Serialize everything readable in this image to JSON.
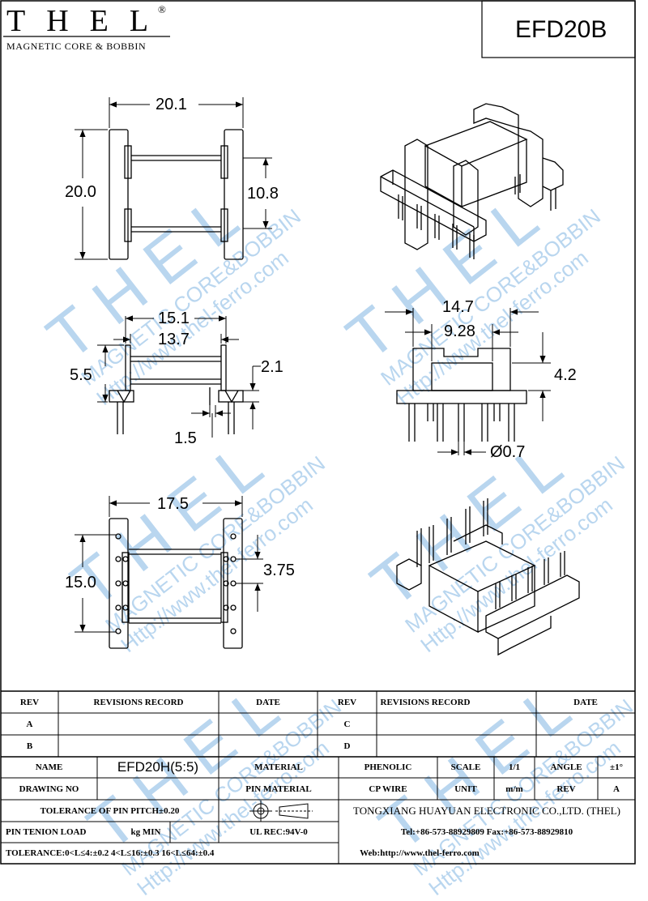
{
  "header": {
    "logo_text": "THEL",
    "registered_mark": "®",
    "logo_subtitle": "MAGNETIC CORE & BOBBIN",
    "part_number": "EFD20B"
  },
  "watermarks": [
    {
      "brand": "THEL",
      "line1": "MAGNETIC CORE&BOBBIN",
      "line2": "Http://www.thel-ferro.com"
    },
    {
      "brand": "THEL",
      "line1": "MAGNETIC CORE&BOBBIN",
      "line2": "Http://www.thel-ferro.com"
    },
    {
      "brand": "THEL",
      "line1": "MAGNETIC CORE&BOBBIN",
      "line2": "Http://www.thel-ferro.com"
    },
    {
      "brand": "THEL",
      "line1": "MAGNETIC CORE&BOBBIN",
      "line2": "Http://www.thel-ferro.com"
    },
    {
      "brand": "THEL",
      "line1": "MAGNETIC CORE&BOBBIN",
      "line2": "Http://www.thel-ferro.com"
    },
    {
      "brand": "THEL",
      "line1": "MAGNETIC CORE&BOBBIN",
      "line2": "Http://www.thel-ferro.com"
    }
  ],
  "dimensions": {
    "top_view_width": "20.1",
    "top_view_height": "20.0",
    "top_view_inner": "10.8",
    "side_outer_width": "15.1",
    "side_inner_width": "13.7",
    "side_height": "5.5",
    "side_flange": "2.1",
    "side_pin_offset": "1.5",
    "front_outer_width": "14.7",
    "front_inner_width": "9.28",
    "front_height": "4.2",
    "pin_diameter": "Ø0.7",
    "bottom_view_width": "17.5",
    "bottom_view_height": "15.0",
    "pin_pitch": "3.75"
  },
  "title_block": {
    "rev_label": "REV",
    "revisions_record_label": "REVISIONS RECORD",
    "date_label": "DATE",
    "rev_a": "A",
    "rev_b": "B",
    "rev_c": "C",
    "rev_d": "D",
    "name_label": "NAME",
    "name_value": "EFD20H(5:5)",
    "material_label": "MATERIAL",
    "material_value": "PHENOLIC",
    "scale_label": "SCALE",
    "scale_value": "1/1",
    "angle_label": "ANGLE",
    "angle_value": "±1°",
    "drawing_no_label": "DRAWING NO",
    "pin_material_label": "PIN MATERIAL",
    "pin_material_value": "CP WIRE",
    "unit_label": "UNIT",
    "unit_value": "m/m",
    "rev_label_2": "REV",
    "rev_value": "A",
    "pitch_tolerance": "TOLERANCE OF PIN PITCH±0.20",
    "company": "TONGXIANG HUAYUAN ELECTRONIC CO.,LTD. (THEL)",
    "pin_tension_label": "PIN TENION LOAD",
    "pin_tension_unit": "kg MIN",
    "ul_rec": "UL REC:94V-0",
    "contact": "Tel:+86-573-88929809 Fax:+86-573-88929810",
    "tolerance_note": "TOLERANCE:0<L≤4:±0.2  4<L≤16:±0.3  16<L≤64:±0.4",
    "website": "Web:http://www.thel-ferro.com"
  }
}
